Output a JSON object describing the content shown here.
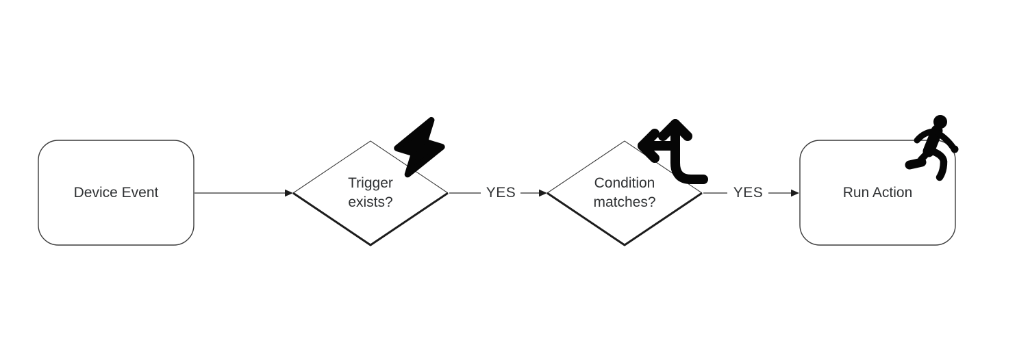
{
  "diagram": {
    "type": "flowchart",
    "direction": "left-to-right",
    "colors": {
      "bg": "#ffffff",
      "stroke": "#3a3a3a",
      "stroke-heavy": "#1c1c1c",
      "line": "#505050",
      "text": "#2f3133",
      "icon": "#060606"
    },
    "nodes": [
      {
        "id": "device-event",
        "type": "rounded-rect",
        "label": "Device Event",
        "icon": null
      },
      {
        "id": "trigger-exists",
        "type": "decision",
        "label": "Trigger\nexists?",
        "icon": "lightning-bolt-icon"
      },
      {
        "id": "condition-matches",
        "type": "decision",
        "label": "Condition\nmatches?",
        "icon": "split-arrows-icon"
      },
      {
        "id": "run-action",
        "type": "rounded-rect",
        "label": "Run Action",
        "icon": "running-person-icon"
      }
    ],
    "edges": [
      {
        "from": "device-event",
        "to": "trigger-exists",
        "label": ""
      },
      {
        "from": "trigger-exists",
        "to": "condition-matches",
        "label": "YES"
      },
      {
        "from": "condition-matches",
        "to": "run-action",
        "label": "YES"
      }
    ]
  }
}
